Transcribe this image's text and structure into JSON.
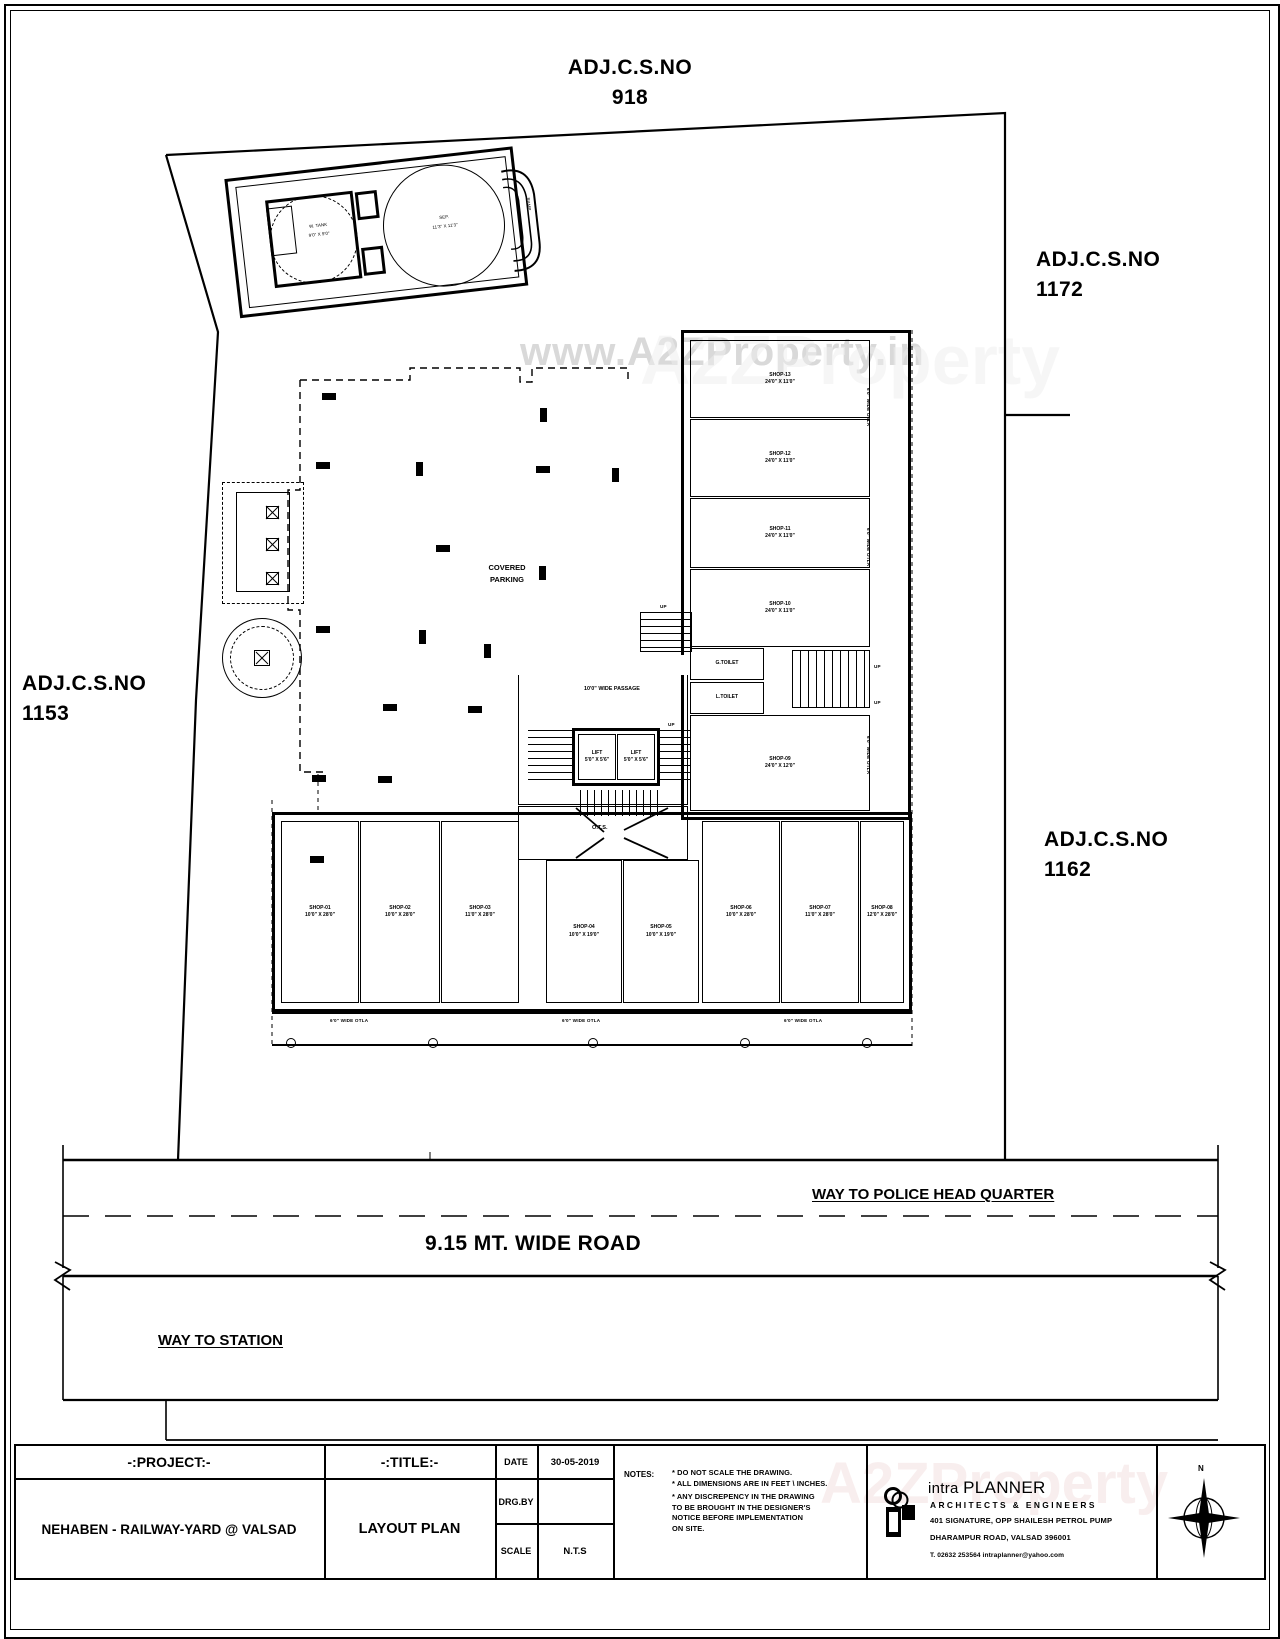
{
  "sheet": {
    "watermark": "www.A2ZProperty.in",
    "watermark2": "A2ZProperty"
  },
  "boundary": {
    "adj_top": {
      "line1": "ADJ.C.S.NO",
      "line2": "918"
    },
    "adj_right_upper": {
      "line1": "ADJ.C.S.NO",
      "line2": "1172"
    },
    "adj_right_lower": {
      "line1": "ADJ.C.S.NO",
      "line2": "1162"
    },
    "adj_left": {
      "line1": "ADJ.C.S.NO",
      "line2": "1153"
    }
  },
  "road": {
    "width_label": "9.15 MT. WIDE ROAD",
    "way_police": "WAY TO POLICE HEAD QUARTER",
    "way_station": "WAY TO STATION"
  },
  "plan": {
    "covered_parking": {
      "line1": "COVERED",
      "line2": "PARKING"
    },
    "passage": "10'0\" WIDE PASSAGE",
    "ots": "O.T.S.",
    "up_marks": [
      "UP",
      "UP",
      "UP",
      "UP"
    ],
    "tank_block": {
      "tank_label_1": "U.G.",
      "tank_label_2": "W. TANK",
      "tank_label_3": "9'0\" X 9'0\"",
      "tank_label_4": "SEP.",
      "tank_label_5": "11'3\" X 11'3\"",
      "ramp": "RAMP"
    },
    "lifts": [
      {
        "name": "LIFT",
        "size": "5'0\" X 5'6\""
      },
      {
        "name": "LIFT",
        "size": "5'0\" X 5'6\""
      }
    ],
    "toilets": [
      {
        "name": "G.TOILET"
      },
      {
        "name": "L.TOILET"
      }
    ],
    "otla_labels": {
      "bottom_left": "6'0\" WIDE OTLA",
      "bottom_mid": "6'0\" WIDE OTLA",
      "bottom_right": "6'0\" WIDE OTLA",
      "right_1": "6'0\" WIDE OTLA",
      "right_2": "6'0\" WIDE OTLA",
      "right_3": "6'0\" WIDE OTLA"
    },
    "shops_bottom": [
      {
        "name": "SHOP-01",
        "size": "10'0\" X 28'0\""
      },
      {
        "name": "SHOP-02",
        "size": "10'0\" X 28'0\""
      },
      {
        "name": "SHOP-03",
        "size": "11'0\" X 28'0\""
      },
      {
        "name": "SHOP-04",
        "size": "10'0\" X 19'0\""
      },
      {
        "name": "SHOP-05",
        "size": "10'0\" X 19'0\""
      },
      {
        "name": "SHOP-06",
        "size": "10'0\" X 28'0\""
      },
      {
        "name": "SHOP-07",
        "size": "11'0\" X 28'0\""
      },
      {
        "name": "SHOP-08",
        "size": "12'0\" X 28'0\""
      }
    ],
    "shops_right": [
      {
        "name": "SHOP-13",
        "size": "24'0\" X 11'0\""
      },
      {
        "name": "SHOP-12",
        "size": "24'0\" X 11'0\""
      },
      {
        "name": "SHOP-11",
        "size": "24'0\" X 11'0\""
      },
      {
        "name": "SHOP-10",
        "size": "24'0\" X 11'0\""
      },
      {
        "name": "SHOP-09",
        "size": "24'0\" X 12'0\""
      }
    ]
  },
  "titleblock": {
    "project_header": "-:PROJECT:-",
    "project_value": "NEHABEN - RAILWAY-YARD @ VALSAD",
    "title_header": "-:TITLE:-",
    "title_value": "LAYOUT PLAN",
    "date_label": "DATE",
    "date_value": "30-05-2019",
    "drgby_label": "DRG.BY",
    "drgby_value": "",
    "scale_label": "SCALE",
    "scale_value": "N.T.S",
    "notes_label": "NOTES:",
    "notes": [
      "* DO NOT SCALE THE DRAWING.",
      "* ALL DIMENSIONS ARE IN FEET \\ INCHES.",
      "* ANY DISCREPENCY IN THE DRAWING",
      "   TO BE BROUGHT IN THE DESIGNER'S",
      "   NOTICE BEFORE IMPLEMENTATION",
      "   ON SITE."
    ],
    "firm_name_1": "intra",
    "firm_name_2": "PLANNER",
    "firm_sub": "ARCHITECTS  &  ENGINEERS",
    "firm_addr_1": "401 SIGNATURE, OPP SHAILESH PETROL PUMP",
    "firm_addr_2": "DHARAMPUR ROAD, VALSAD 396001",
    "firm_contact": "T.  02632  253564      intraplanner@yahoo.com",
    "north_label": "N"
  }
}
